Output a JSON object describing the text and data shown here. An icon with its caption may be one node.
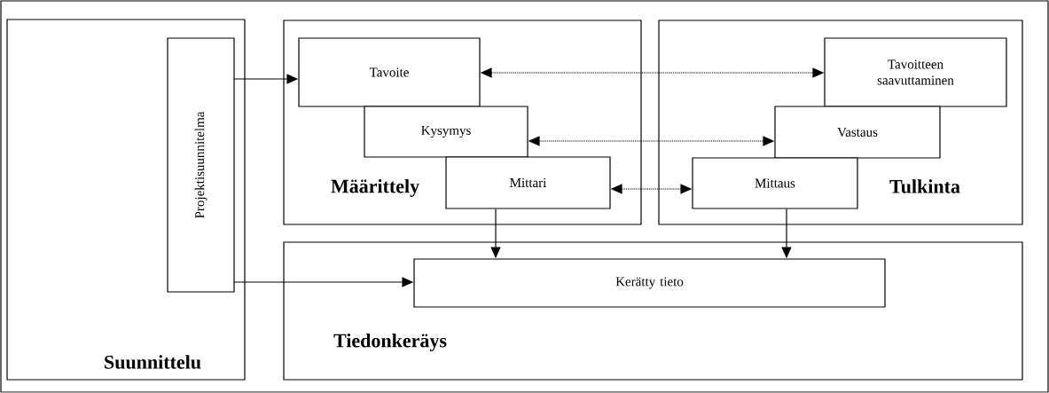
{
  "diagram": {
    "nodes": [
      {
        "text": [
          "Suunnittelu"
        ]
      },
      {
        "text": [
          "Projektisuunnitelma"
        ],
        "in": 0
      },
      {
        "text": [
          "Määrittely"
        ]
      },
      {
        "text": [
          "Tavoite"
        ],
        "in": 2
      },
      {
        "text": [
          "Kysymys"
        ],
        "in": 2
      },
      {
        "text": [
          "Mittari"
        ],
        "in": 2
      },
      {
        "text": [
          "Tulkinta"
        ]
      },
      {
        "text": [
          "Tavoitteen saavuttaminen"
        ],
        "in": 6
      },
      {
        "text": [
          "Vastaus"
        ],
        "in": 6
      },
      {
        "text": [
          "Mittaus"
        ],
        "in": 6
      },
      {
        "text": [
          "Tiedonkeräys"
        ]
      },
      {
        "text": [
          "Kerätty tieto"
        ],
        "in": 10
      }
    ],
    "edges": [
      {
        "from": 1,
        "to": 3,
        "arrow": "to"
      },
      {
        "from": 1,
        "to": 11,
        "arrow": "to"
      },
      {
        "from": 3,
        "to": 7,
        "arrow": "both",
        "style": "dashed"
      },
      {
        "from": 4,
        "to": 8,
        "arrow": "both",
        "style": "dashed"
      },
      {
        "from": 5,
        "to": 9,
        "arrow": "both",
        "style": "dashed"
      },
      {
        "from": 5,
        "to": 11,
        "arrow": "to"
      },
      {
        "from": 9,
        "to": 11,
        "arrow": "to"
      }
    ]
  }
}
